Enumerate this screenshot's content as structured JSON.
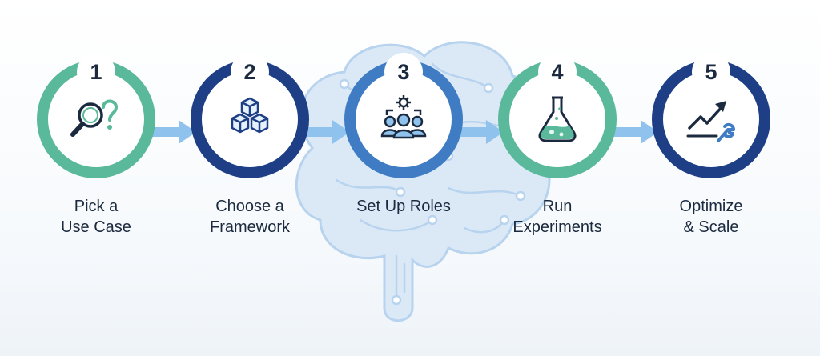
{
  "colors": {
    "teal": "#5ab99a",
    "navy": "#1e3f86",
    "mid_blue": "#3f7cc4",
    "arrow_blue": "#8fc2ec",
    "text": "#1b2a3f"
  },
  "steps": [
    {
      "number": "1",
      "label_line1": "Pick a",
      "label_line2": "Use Case",
      "icon": "magnifier-question-icon",
      "ring_color": "teal"
    },
    {
      "number": "2",
      "label_line1": "Choose a",
      "label_line2": "Framework",
      "icon": "stacked-cubes-icon",
      "ring_color": "navy"
    },
    {
      "number": "3",
      "label_line1": "Set Up Roles",
      "label_line2": "",
      "icon": "team-gear-icon",
      "ring_color": "mid_blue"
    },
    {
      "number": "4",
      "label_line1": "Run",
      "label_line2": "Experiments",
      "icon": "flask-icon",
      "ring_color": "teal"
    },
    {
      "number": "5",
      "label_line1": "Optimize",
      "label_line2": "& Scale",
      "icon": "chart-wrench-icon",
      "ring_color": "navy"
    }
  ],
  "background_icon": "circuit-brain-icon"
}
